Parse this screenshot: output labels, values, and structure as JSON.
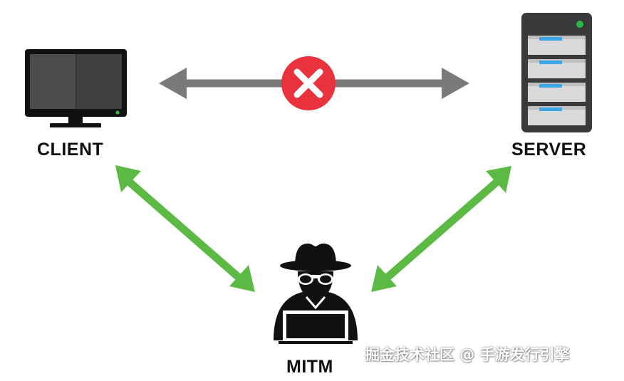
{
  "nodes": {
    "client": {
      "label": "CLIENT"
    },
    "server": {
      "label": "SERVER"
    },
    "attacker": {
      "label": "MITM"
    }
  },
  "links": [
    {
      "from": "client",
      "to": "server",
      "status": "blocked",
      "color": "#7a7a7a",
      "marker": "x-icon",
      "marker_color": "#e8323c"
    },
    {
      "from": "client",
      "to": "attacker",
      "status": "active",
      "color": "#5cb944"
    },
    {
      "from": "server",
      "to": "attacker",
      "status": "active",
      "color": "#5cb944"
    }
  ],
  "icons": {
    "client": "monitor-icon",
    "server": "server-rack-icon",
    "attacker": "hacker-icon"
  },
  "colors": {
    "server_bay_accent": "#3aa6e8",
    "server_led": "#27b84a",
    "monitor_led": "#27b84a"
  },
  "watermark": "掘金技术社区 @ 手游发行引擎"
}
